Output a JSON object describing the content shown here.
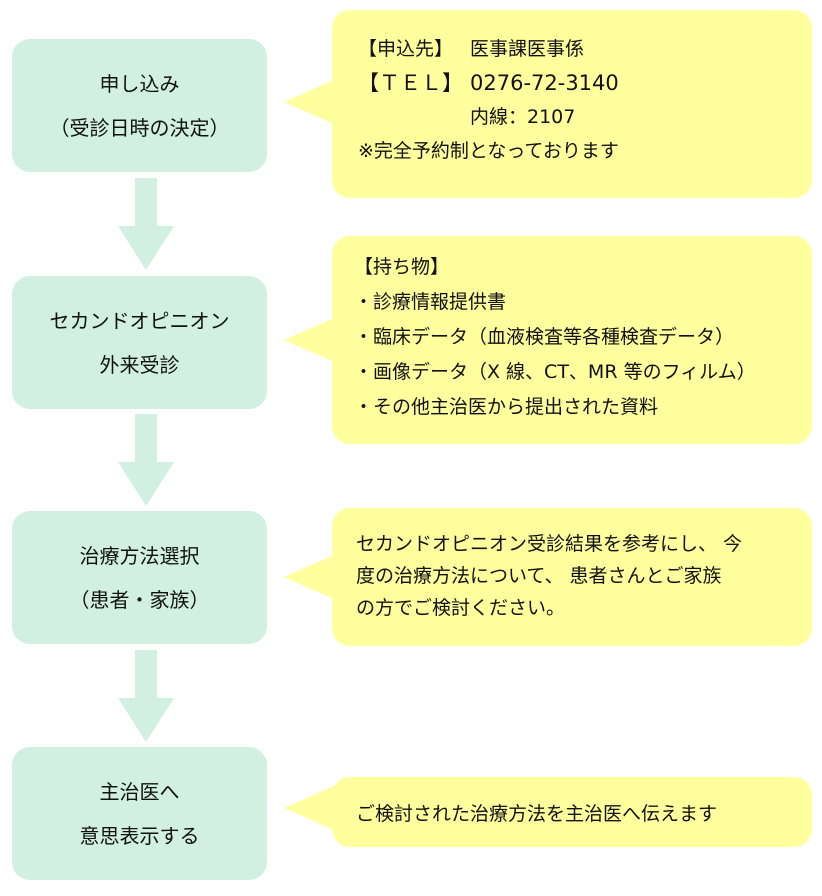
{
  "colors": {
    "step_fill": "#d1f0e2",
    "callout_fill": "#ffff9e",
    "arrow_fill": "#d1f0e2"
  },
  "steps": [
    {
      "lines": [
        "申し込み",
        "（受診日時の決定）"
      ]
    },
    {
      "lines": [
        "セカンドオピニオン",
        "外来受診"
      ]
    },
    {
      "lines": [
        "治療方法選択",
        "（患者・家族）"
      ]
    },
    {
      "lines": [
        "主治医へ",
        "意思表示する"
      ]
    }
  ],
  "callouts": {
    "apply": {
      "dest_key": "【申込先】",
      "dest_value": "医事課医事係",
      "tel_key": "【ＴＥＬ】",
      "tel_value": "0276-72-3140",
      "ext": "内線：2107",
      "note": "※完全予約制となっております"
    },
    "belongings": {
      "heading": "【持ち物】",
      "items": [
        "・診療情報提供書",
        "・臨床データ（血液検査等各種検査データ）",
        "・画像データ（X 線、CT、MR 等のフィルム）",
        "・その他主治医から提出された資料"
      ]
    },
    "decide": {
      "lines": [
        "セカンドオピニオン受診結果を参考にし、 今",
        "度の治療方法について、 患者さんとご家族",
        "の方でご検討ください。"
      ]
    },
    "inform": {
      "text": "ご検討された治療方法を主治医へ伝えます"
    }
  }
}
